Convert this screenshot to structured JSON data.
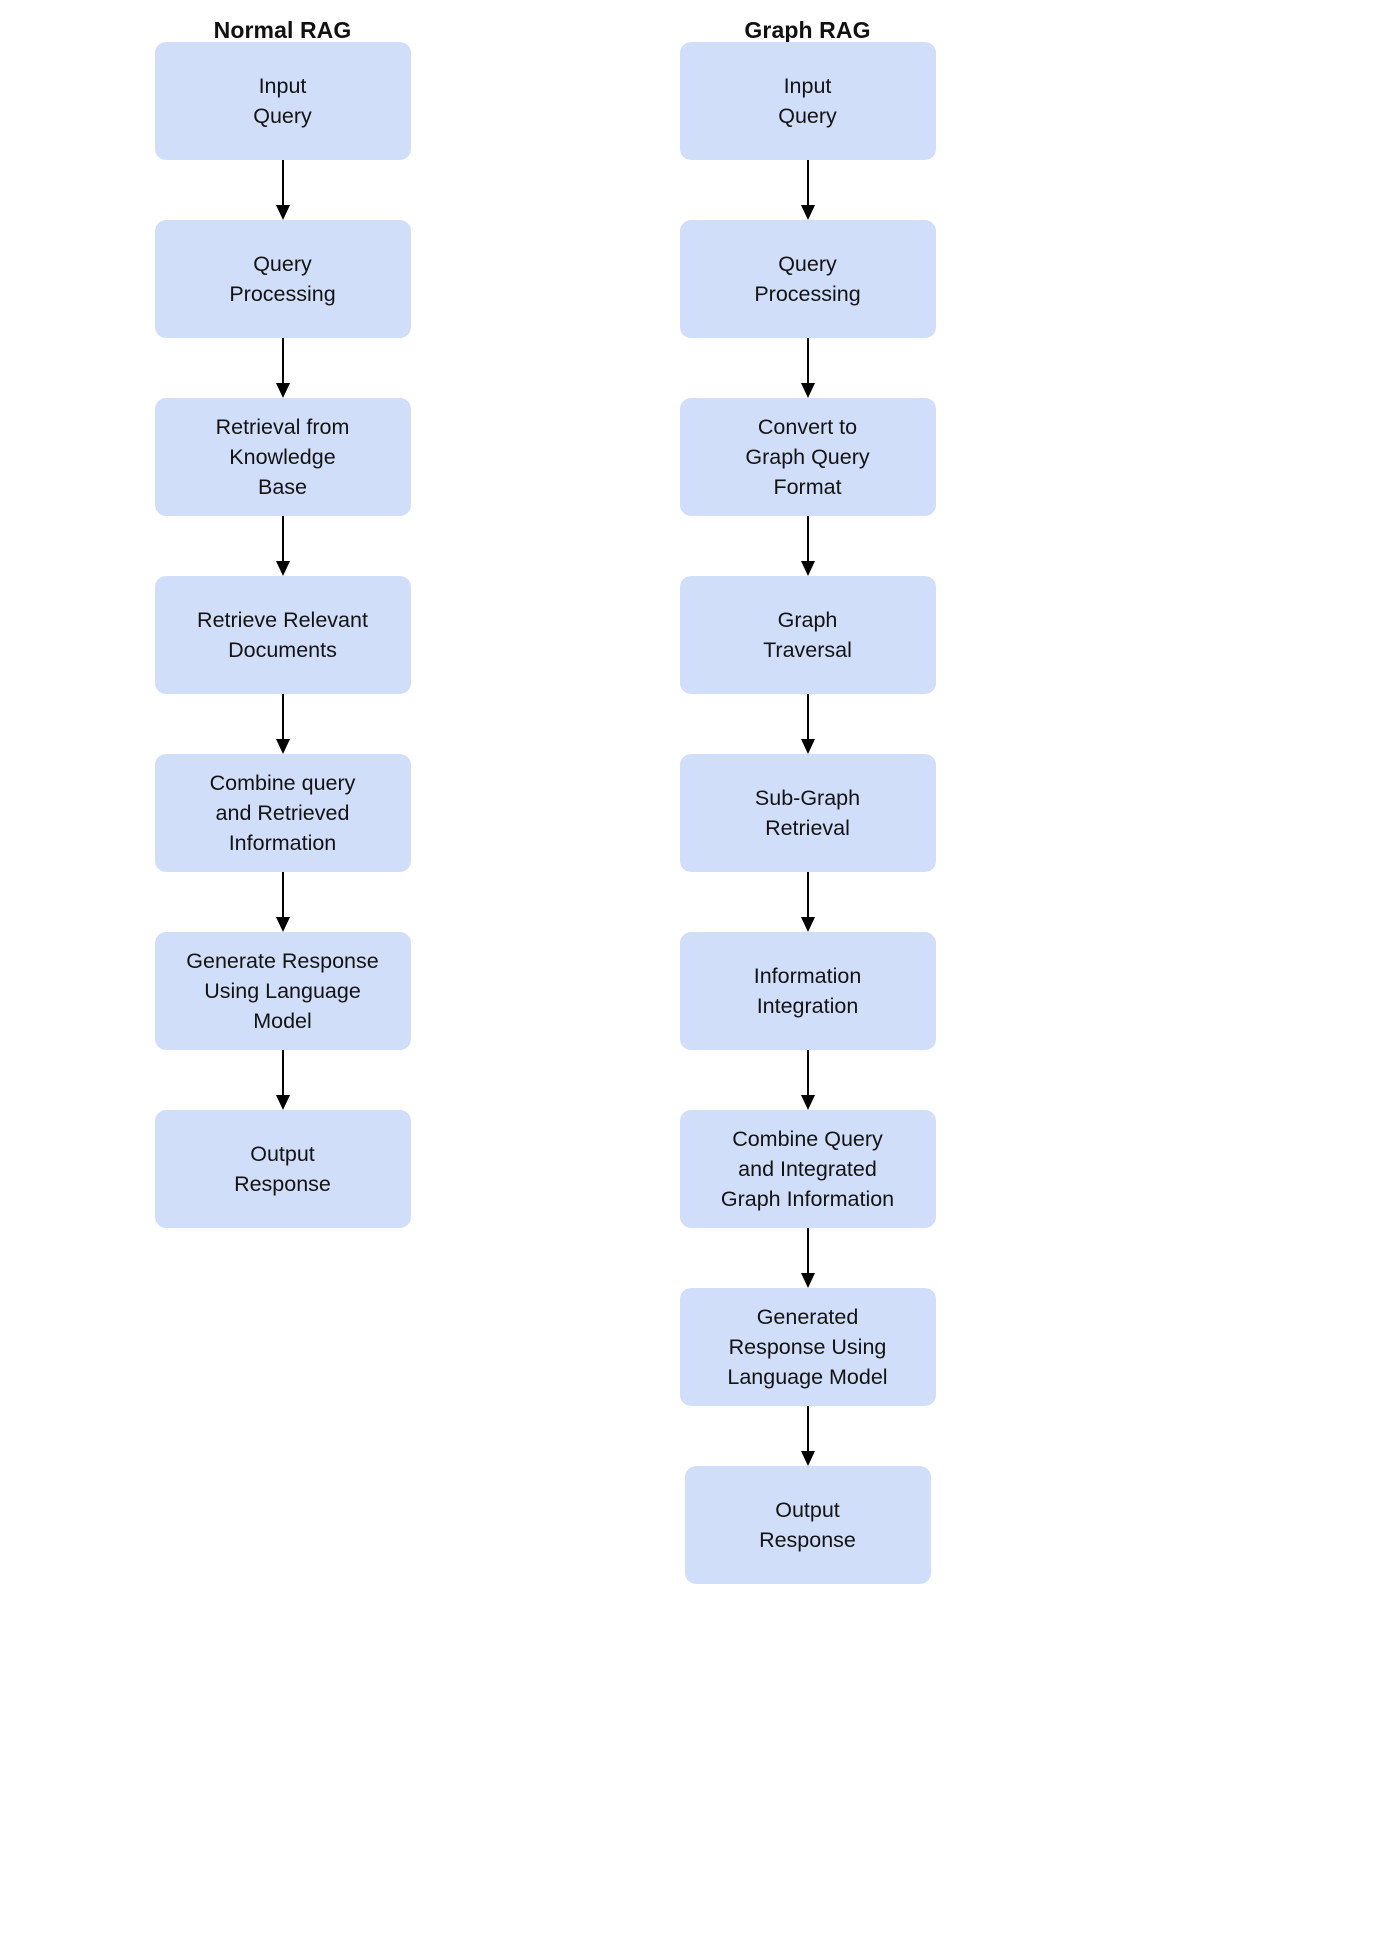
{
  "diagram": {
    "title_left": "Normal RAG",
    "title_right": "Graph RAG",
    "accent_box_color": "#d1defa",
    "text_color": "#131313",
    "arrow_color": "#000000"
  },
  "normal_rag": {
    "title": "Normal RAG",
    "nodes": [
      {
        "id": "input-query",
        "label": "Input\nQuery"
      },
      {
        "id": "query-processing",
        "label": "Query\nProcessing"
      },
      {
        "id": "retrieval-from-kb",
        "label": "Retrieval from\nKnowledge\nBase"
      },
      {
        "id": "retrieve-docs",
        "label": "Retrieve Relevant\nDocuments"
      },
      {
        "id": "combine-query",
        "label": "Combine query\nand Retrieved\nInformation"
      },
      {
        "id": "generate-response",
        "label": "Generate Response\nUsing Language\nModel"
      },
      {
        "id": "output-response",
        "label": "Output\nResponse"
      }
    ]
  },
  "graph_rag": {
    "title": "Graph RAG",
    "nodes": [
      {
        "id": "input-query",
        "label": "Input\nQuery"
      },
      {
        "id": "query-processing",
        "label": "Query\nProcessing"
      },
      {
        "id": "convert-graph-query",
        "label": "Convert to\nGraph Query\nFormat"
      },
      {
        "id": "graph-traversal",
        "label": "Graph\nTraversal"
      },
      {
        "id": "subgraph-retrieval",
        "label": "Sub-Graph\nRetrieval"
      },
      {
        "id": "information-integration",
        "label": "Information\nIntegration"
      },
      {
        "id": "combine-query-graph",
        "label": "Combine Query\nand Integrated\nGraph Information"
      },
      {
        "id": "generated-response",
        "label": "Generated\nResponse Using\nLanguage Model"
      },
      {
        "id": "output-response",
        "label": "Output\nResponse"
      }
    ]
  }
}
